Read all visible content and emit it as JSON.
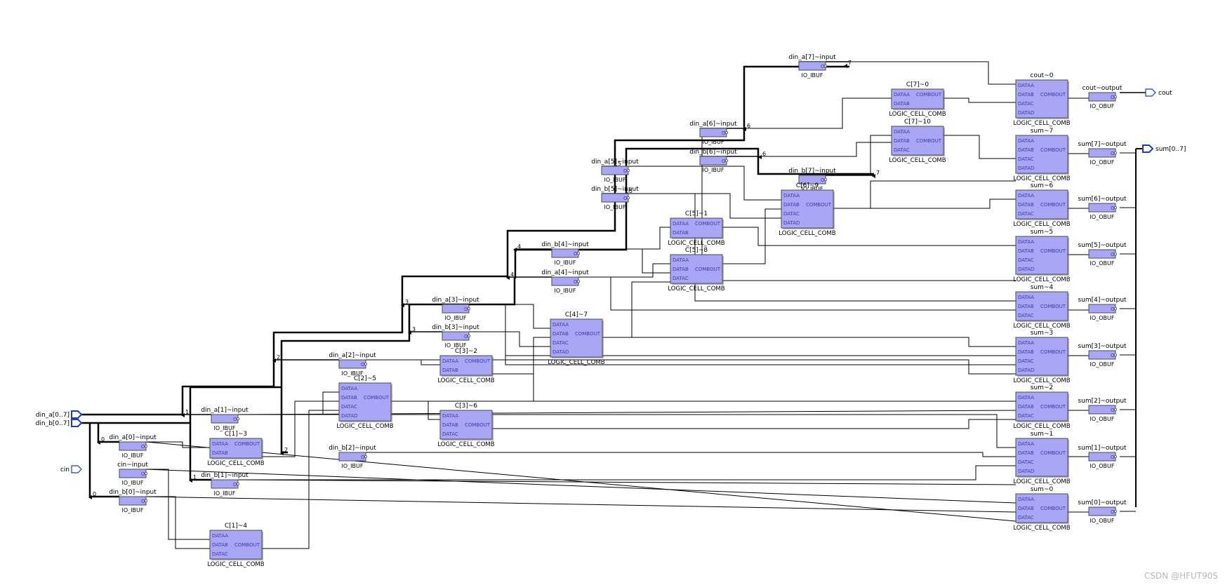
{
  "diagram": {
    "ibufs": [
      {
        "id": "a7",
        "label": "din_a[7]~input",
        "type": "IO_IBUF",
        "pin": "O"
      },
      {
        "id": "a6",
        "label": "din_a[6]~input",
        "type": "IO_IBUF",
        "pin": "O"
      },
      {
        "id": "b6",
        "label": "din_b[6]~input",
        "type": "IO_IBUF",
        "pin": "O"
      },
      {
        "id": "b7",
        "label": "din_b[7]~input",
        "type": "IO_IBUF",
        "pin": "O"
      },
      {
        "id": "a5",
        "label": "din_a[5]~input",
        "type": "IO_IBUF",
        "pin": "O"
      },
      {
        "id": "b5",
        "label": "din_b[5]~input",
        "type": "IO_IBUF",
        "pin": "O"
      },
      {
        "id": "b4",
        "label": "din_b[4]~input",
        "type": "IO_IBUF",
        "pin": "O"
      },
      {
        "id": "a4",
        "label": "din_a[4]~input",
        "type": "IO_IBUF",
        "pin": "O"
      },
      {
        "id": "a3",
        "label": "din_a[3]~input",
        "type": "IO_IBUF",
        "pin": "O"
      },
      {
        "id": "b3",
        "label": "din_b[3]~input",
        "type": "IO_IBUF",
        "pin": "O"
      },
      {
        "id": "a2",
        "label": "din_a[2]~input",
        "type": "IO_IBUF",
        "pin": "O"
      },
      {
        "id": "a1",
        "label": "din_a[1]~input",
        "type": "IO_IBUF",
        "pin": "O"
      },
      {
        "id": "a0",
        "label": "din_a[0]~input",
        "type": "IO_IBUF",
        "pin": "O"
      },
      {
        "id": "cin",
        "label": "cin~input",
        "type": "IO_IBUF",
        "pin": "O"
      },
      {
        "id": "b1",
        "label": "din_b[1]~input",
        "type": "IO_IBUF",
        "pin": "O"
      },
      {
        "id": "b0",
        "label": "din_b[0]~input",
        "type": "IO_IBUF",
        "pin": "O"
      },
      {
        "id": "b2",
        "label": "din_b[2]~input",
        "type": "IO_IBUF",
        "pin": "O"
      }
    ],
    "obufs": [
      {
        "id": "cout",
        "label": "cout~output",
        "type": "IO_OBUF",
        "pin": "O"
      },
      {
        "id": "s7",
        "label": "sum[7]~output",
        "type": "IO_OBUF",
        "pin": "O"
      },
      {
        "id": "s6",
        "label": "sum[6]~output",
        "type": "IO_OBUF",
        "pin": "O"
      },
      {
        "id": "s5",
        "label": "sum[5]~output",
        "type": "IO_OBUF",
        "pin": "O"
      },
      {
        "id": "s4",
        "label": "sum[4]~output",
        "type": "IO_OBUF",
        "pin": "O"
      },
      {
        "id": "s3",
        "label": "sum[3]~output",
        "type": "IO_OBUF",
        "pin": "O"
      },
      {
        "id": "s2",
        "label": "sum[2]~output",
        "type": "IO_OBUF",
        "pin": "O"
      },
      {
        "id": "s1",
        "label": "sum[1]~output",
        "type": "IO_OBUF",
        "pin": "O"
      },
      {
        "id": "s0",
        "label": "sum[0]~output",
        "type": "IO_OBUF",
        "pin": "O"
      }
    ],
    "cells": [
      {
        "id": "cout0",
        "label": "cout~0",
        "type": "LOGIC_CELL_COMB",
        "pins": [
          "DATAA",
          "DATAB",
          "DATAC",
          "DATAD"
        ],
        "out": "COMBOUT"
      },
      {
        "id": "c70",
        "label": "C[7]~0",
        "type": "LOGIC_CELL_COMB",
        "pins": [
          "DATAA",
          "DATAB"
        ],
        "out": "COMBOUT"
      },
      {
        "id": "sum7",
        "label": "sum~7",
        "type": "LOGIC_CELL_COMB",
        "pins": [
          "DATAA",
          "DATAB",
          "DATAC",
          "DATAD"
        ],
        "out": "COMBOUT"
      },
      {
        "id": "c710",
        "label": "C[7]~10",
        "type": "LOGIC_CELL_COMB",
        "pins": [
          "DATAA",
          "DATAB",
          "DATAC"
        ],
        "out": "COMBOUT"
      },
      {
        "id": "sum6",
        "label": "sum~6",
        "type": "LOGIC_CELL_COMB",
        "pins": [
          "DATAA",
          "DATAB",
          "DATAC"
        ],
        "out": "COMBOUT"
      },
      {
        "id": "c69",
        "label": "C[6]~9",
        "type": "LOGIC_CELL_COMB",
        "pins": [
          "DATAA",
          "DATAB",
          "DATAC",
          "DATAD"
        ],
        "out": "COMBOUT"
      },
      {
        "id": "c51",
        "label": "C[5]~1",
        "type": "LOGIC_CELL_COMB",
        "pins": [
          "DATAA",
          "DATAB"
        ],
        "out": "COMBOUT"
      },
      {
        "id": "sum5",
        "label": "sum~5",
        "type": "LOGIC_CELL_COMB",
        "pins": [
          "DATAA",
          "DATAB",
          "DATAC",
          "DATAD"
        ],
        "out": "COMBOUT"
      },
      {
        "id": "c58",
        "label": "C[5]~8",
        "type": "LOGIC_CELL_COMB",
        "pins": [
          "DATAA",
          "DATAB",
          "DATAC"
        ],
        "out": "COMBOUT"
      },
      {
        "id": "sum4",
        "label": "sum~4",
        "type": "LOGIC_CELL_COMB",
        "pins": [
          "DATAA",
          "DATAB",
          "DATAC"
        ],
        "out": "COMBOUT"
      },
      {
        "id": "c47",
        "label": "C[4]~7",
        "type": "LOGIC_CELL_COMB",
        "pins": [
          "DATAA",
          "DATAB",
          "DATAC",
          "DATAD"
        ],
        "out": "COMBOUT"
      },
      {
        "id": "sum3",
        "label": "sum~3",
        "type": "LOGIC_CELL_COMB",
        "pins": [
          "DATAA",
          "DATAB",
          "DATAC",
          "DATAD"
        ],
        "out": "COMBOUT"
      },
      {
        "id": "c32",
        "label": "C[3]~2",
        "type": "LOGIC_CELL_COMB",
        "pins": [
          "DATAA",
          "DATAB"
        ],
        "out": "COMBOUT"
      },
      {
        "id": "c25",
        "label": "C[2]~5",
        "type": "LOGIC_CELL_COMB",
        "pins": [
          "DATAA",
          "DATAB",
          "DATAC",
          "DATAD"
        ],
        "out": "COMBOUT"
      },
      {
        "id": "sum2",
        "label": "sum~2",
        "type": "LOGIC_CELL_COMB",
        "pins": [
          "DATAA",
          "DATAB",
          "DATAC"
        ],
        "out": "COMBOUT"
      },
      {
        "id": "c36",
        "label": "C[3]~6",
        "type": "LOGIC_CELL_COMB",
        "pins": [
          "DATAA",
          "DATAB",
          "DATAC"
        ],
        "out": "COMBOUT"
      },
      {
        "id": "c13",
        "label": "C[1]~3",
        "type": "LOGIC_CELL_COMB",
        "pins": [
          "DATAA",
          "DATAB"
        ],
        "out": "COMBOUT"
      },
      {
        "id": "sum1",
        "label": "sum~1",
        "type": "LOGIC_CELL_COMB",
        "pins": [
          "DATAA",
          "DATAB",
          "DATAC",
          "DATAD"
        ],
        "out": "COMBOUT"
      },
      {
        "id": "sum0",
        "label": "sum~0",
        "type": "LOGIC_CELL_COMB",
        "pins": [
          "DATAA",
          "DATAB",
          "DATAC"
        ],
        "out": "COMBOUT"
      },
      {
        "id": "c14",
        "label": "C[1]~4",
        "type": "LOGIC_CELL_COMB",
        "pins": [
          "DATAA",
          "DATAB",
          "DATAC"
        ],
        "out": "COMBOUT"
      }
    ],
    "ports_in": [
      {
        "id": "pa",
        "label": "din_a[0..7]",
        "bus": true
      },
      {
        "id": "pb",
        "label": "din_b[0..7]",
        "bus": true
      },
      {
        "id": "pcin",
        "label": "cin",
        "bus": false
      }
    ],
    "ports_out": [
      {
        "id": "pcout",
        "label": "cout",
        "bus": false
      },
      {
        "id": "psum",
        "label": "sum[0..7]",
        "bus": true
      }
    ],
    "bus_taps": [
      "7",
      "6",
      "6",
      "7",
      "5",
      "5",
      "4",
      "4",
      "3",
      "3",
      "2",
      "1",
      "0",
      "1",
      "0",
      "2"
    ],
    "colors": {
      "cell_fill": "#a9a7f5",
      "cell_border": "#4b4b4b",
      "wire": "#000000",
      "port": "#1a3ccf",
      "pin_text": "#3a3ab0"
    }
  },
  "watermark": "CSDN @HFUT90S"
}
